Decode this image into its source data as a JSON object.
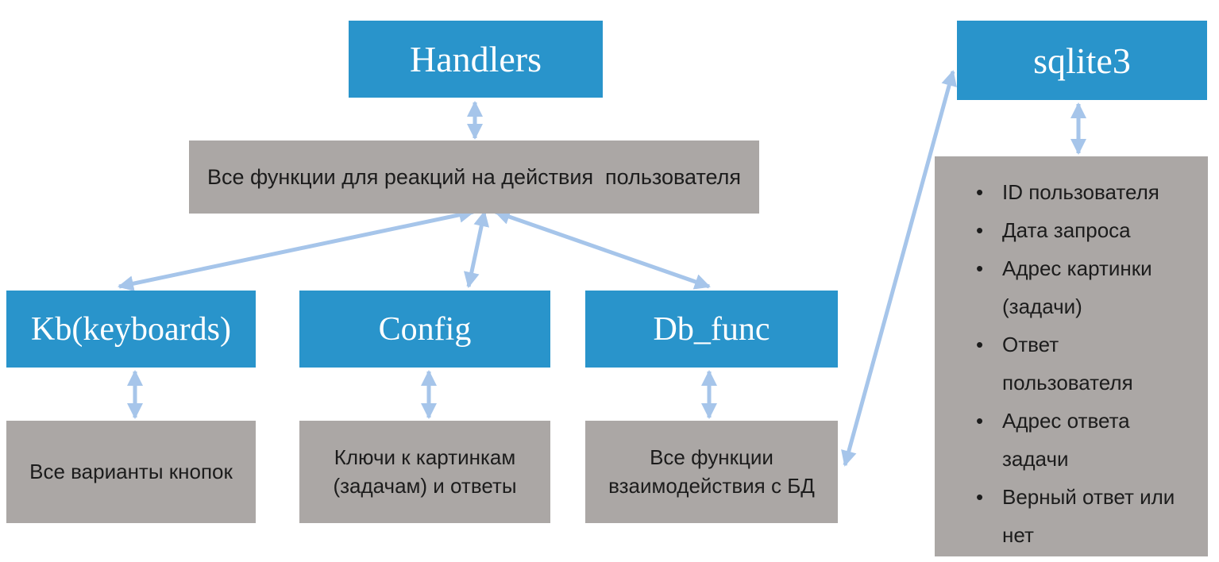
{
  "colors": {
    "node_blue": "#2994CB",
    "box_gray": "#ABA7A5",
    "arrow_blue": "#A6C5EA",
    "title_text": "#FFFFFF",
    "body_text": "#1C1C1C"
  },
  "nodes": {
    "handlers": {
      "label": "Handlers"
    },
    "handlers_desc": {
      "label": "Все функции для реакций на действия  пользователя"
    },
    "kb": {
      "label": "Kb(keyboards)"
    },
    "config": {
      "label": "Config"
    },
    "db_func": {
      "label": "Db_func"
    },
    "kb_desc": {
      "label": "Все варианты кнопок"
    },
    "config_desc": {
      "label": "Ключи к картинкам (задачам) и ответы"
    },
    "db_func_desc": {
      "label": "Все функции взаимодействия с БД"
    },
    "sqlite3": {
      "label": "sqlite3"
    },
    "sqlite3_fields": {
      "items": [
        "ID пользователя",
        "Дата запроса",
        "Адрес картинки (задачи)",
        "Ответ пользователя",
        "Адрес ответа задачи",
        "Верный ответ или нет"
      ]
    }
  },
  "edges": [
    {
      "from": "handlers",
      "to": "handlers_desc",
      "direction": "both"
    },
    {
      "from": "handlers_desc",
      "to": "kb",
      "direction": "both"
    },
    {
      "from": "handlers_desc",
      "to": "config",
      "direction": "both"
    },
    {
      "from": "handlers_desc",
      "to": "db_func",
      "direction": "both"
    },
    {
      "from": "kb",
      "to": "kb_desc",
      "direction": "both"
    },
    {
      "from": "config",
      "to": "config_desc",
      "direction": "both"
    },
    {
      "from": "db_func",
      "to": "db_func_desc",
      "direction": "both"
    },
    {
      "from": "db_func_desc",
      "to": "sqlite3",
      "direction": "both"
    },
    {
      "from": "sqlite3",
      "to": "sqlite3_fields",
      "direction": "both"
    }
  ]
}
